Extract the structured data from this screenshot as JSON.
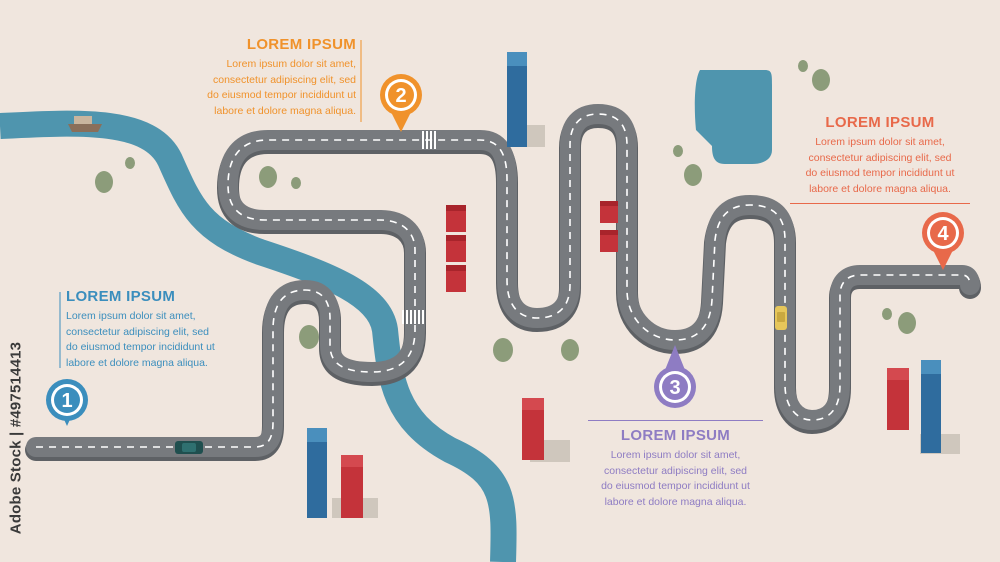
{
  "milestones": [
    {
      "number": "1",
      "title": "LOREM IPSUM",
      "color": "#3b8ebd",
      "body": "Lorem ipsum dolor sit amet,\nconsectetur adipiscing elit, sed\ndo eiusmod tempor incididunt ut\nlabore et dolore magna aliqua."
    },
    {
      "number": "2",
      "title": "LOREM IPSUM",
      "color": "#f0922b",
      "body": "Lorem ipsum dolor sit amet,\nconsectetur adipiscing elit, sed\ndo eiusmod tempor incididunt ut\nlabore et dolore magna aliqua."
    },
    {
      "number": "3",
      "title": "LOREM IPSUM",
      "color": "#8e7cc3",
      "body": "Lorem ipsum dolor sit amet,\nconsectetur adipiscing elit, sed\ndo eiusmod tempor incididunt ut\nlabore et dolore magna aliqua."
    },
    {
      "number": "4",
      "title": "LOREM IPSUM",
      "color": "#e8694a",
      "body": "Lorem ipsum dolor sit amet,\nconsectetur adipiscing elit, sed\ndo eiusmod tempor incididunt ut\nlabore et dolore magna aliqua."
    }
  ],
  "watermark": "Adobe Stock | #497514413",
  "colors": {
    "background": "#f0e6de",
    "road": "#777a7e",
    "road_edge": "#5e6165",
    "river": "#4f95ae",
    "lake": "#4f95ae",
    "tree": "#8c9c7a",
    "building_red": "#c4333a",
    "building_blue": "#2f6c9e"
  }
}
